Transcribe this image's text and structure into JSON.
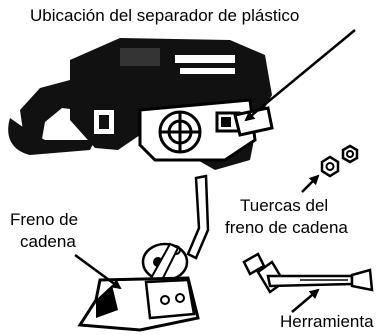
{
  "labels": {
    "separator_location": "Ubicación del separador de plástico",
    "chain_brake_line1": "Freno de",
    "chain_brake_line2": "cadena",
    "nuts_line1": "Tuercas del",
    "nuts_line2": "freno de cadena",
    "tool": "Herramienta"
  },
  "colors": {
    "ink": "#000000",
    "paper": "#ffffff"
  }
}
